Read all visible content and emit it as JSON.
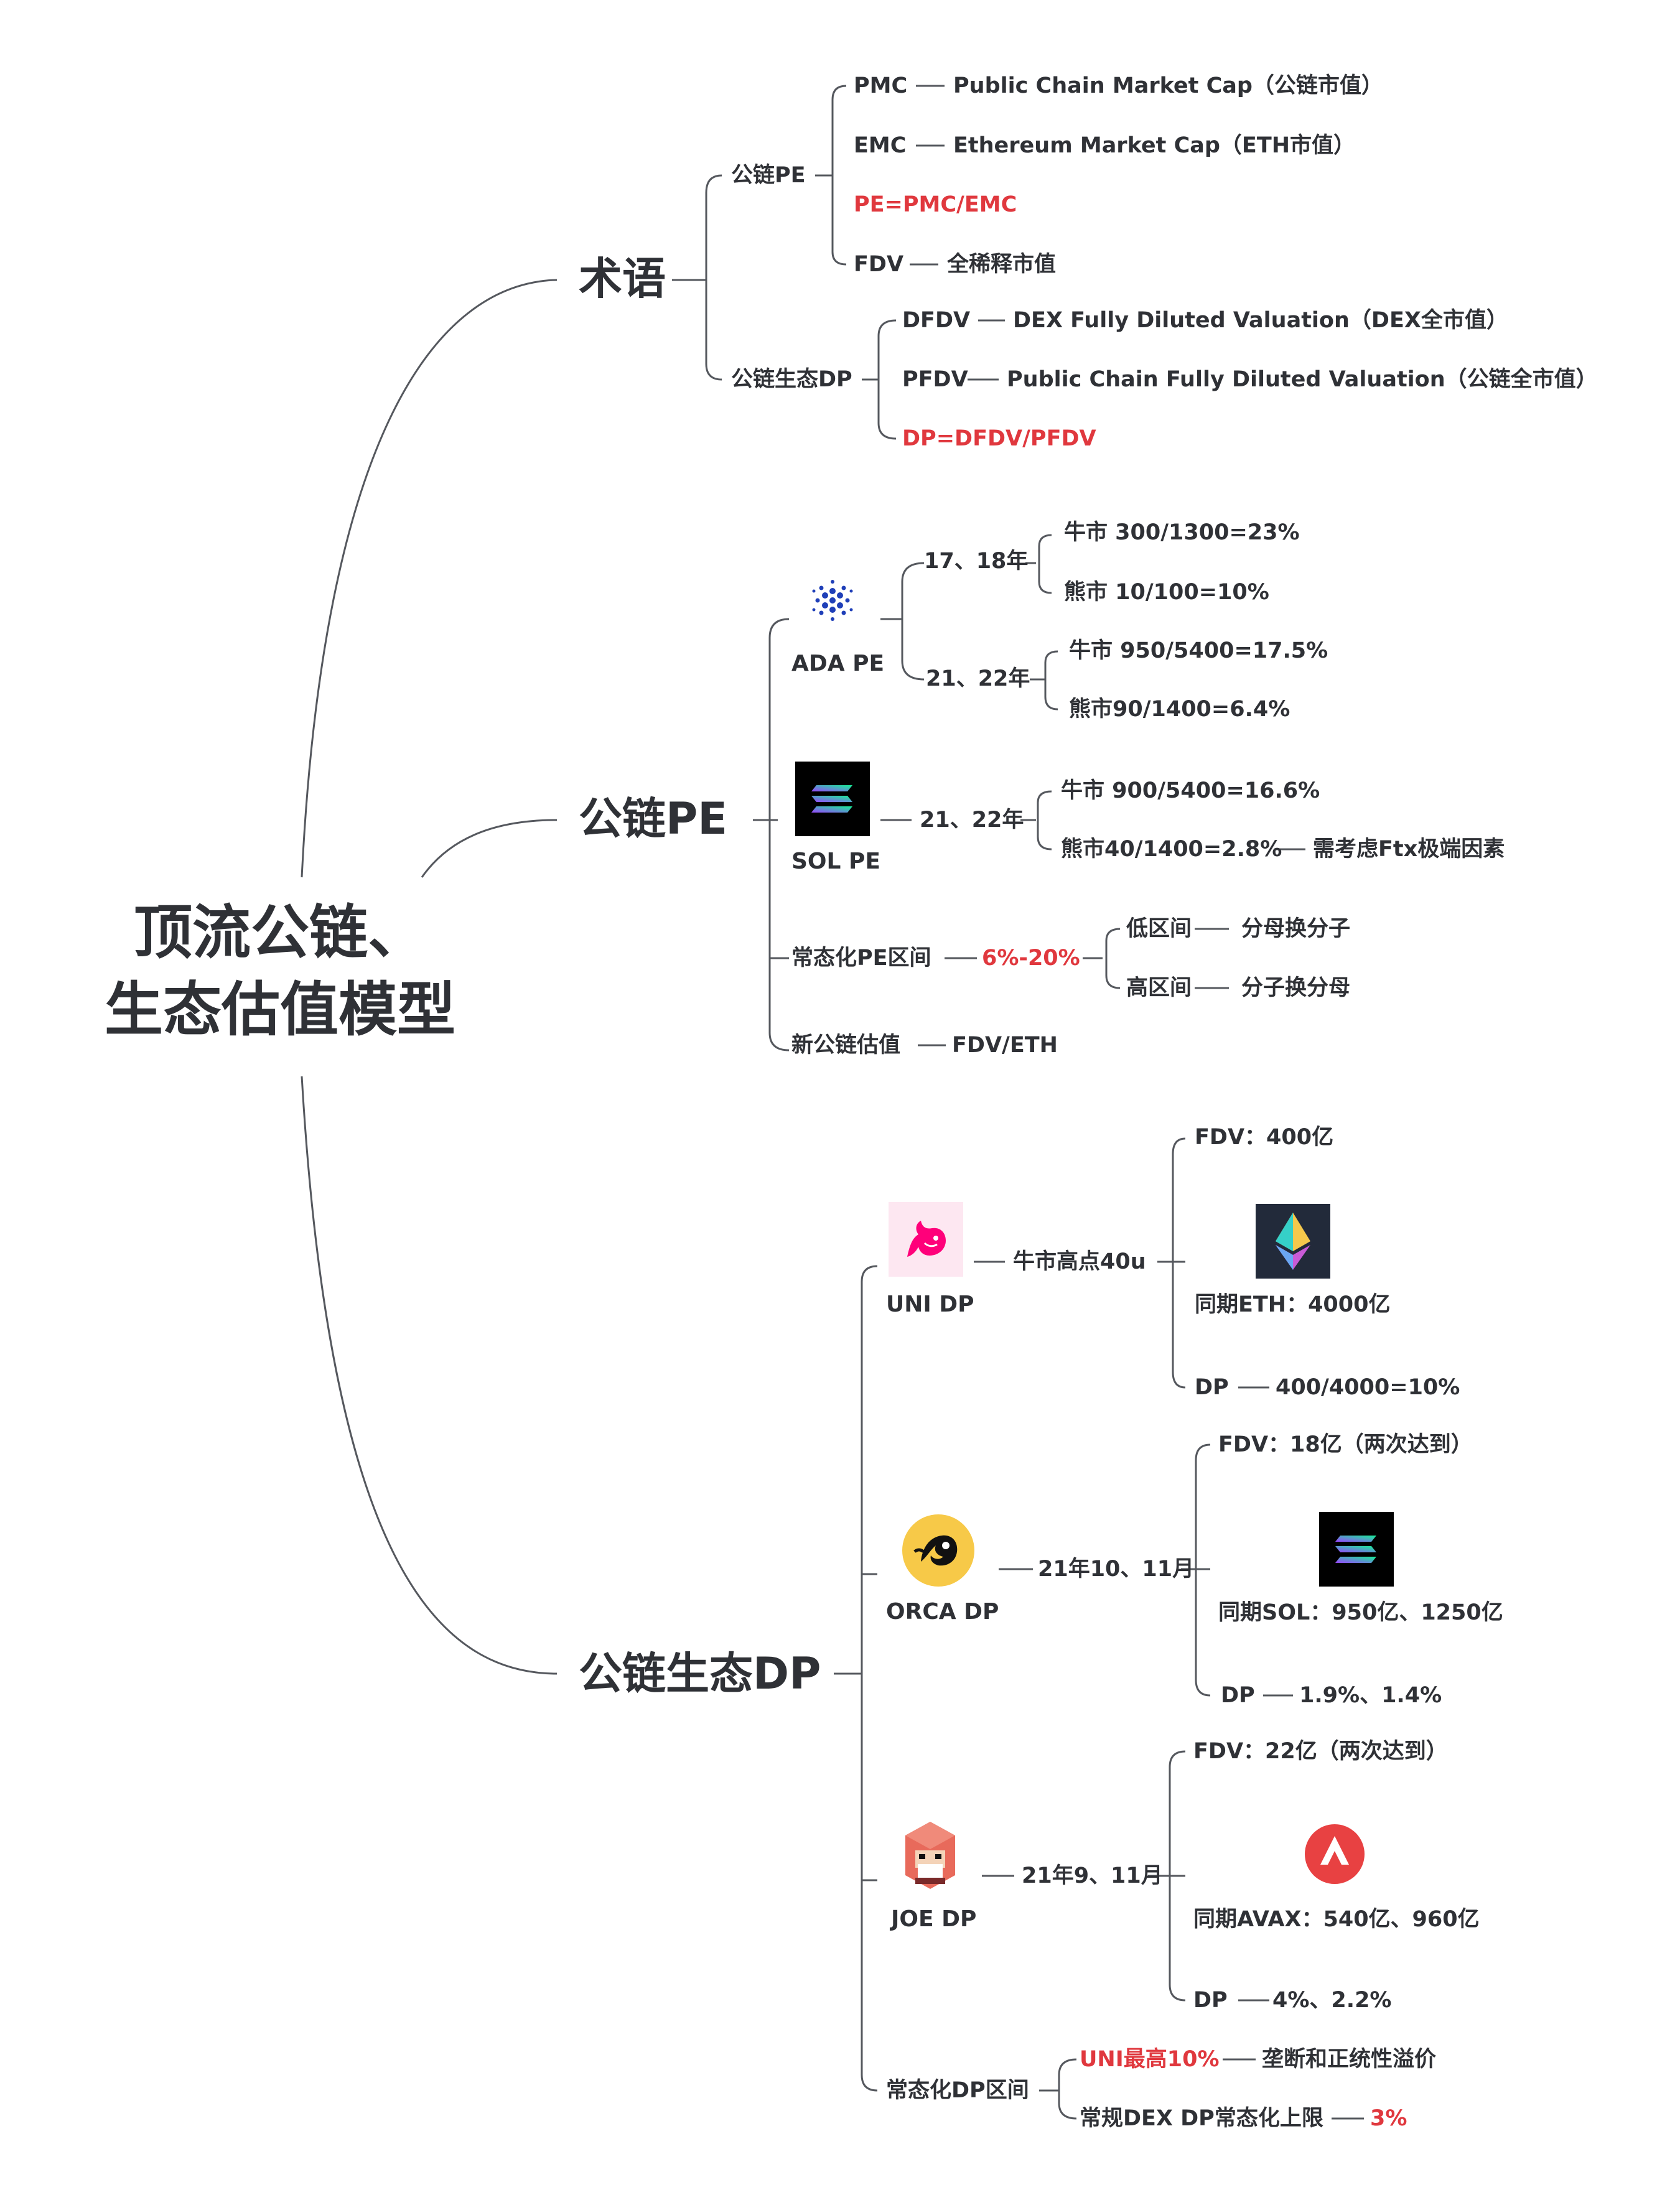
{
  "root": {
    "line1": "顶流公链、",
    "line2": "生态估值模型"
  },
  "section1": {
    "title": "术语",
    "pe_group": "公链PE",
    "pmc_key": "PMC",
    "pmc_desc": "Public Chain Market Cap（公链市值）",
    "emc_key": "EMC",
    "emc_desc": "Ethereum Market Cap（ETH市值）",
    "pe_formula": "PE=PMC/EMC",
    "fdv_key": "FDV",
    "fdv_desc": "全稀释市值",
    "dp_group": "公链生态DP",
    "dfdv_key": "DFDV",
    "dfdv_desc": "DEX Fully Diluted Valuation（DEX全市值）",
    "pfdv_key": "PFDV",
    "pfdv_desc": "Public Chain Fully Diluted Valuation（公链全市值）",
    "dp_formula": "DP=DFDV/PFDV"
  },
  "section2": {
    "title": "公链PE",
    "ada_label": "ADA PE",
    "ada_p1": "17、18年",
    "ada_p1_bull": "牛市 300/1300=23%",
    "ada_p1_bear": "熊市 10/100=10%",
    "ada_p2": "21、22年",
    "ada_p2_bull": "牛市 950/5400=17.5%",
    "ada_p2_bear": "熊市90/1400=6.4%",
    "sol_label": "SOL PE",
    "sol_p": "21、22年",
    "sol_bull": "牛市 900/5400=16.6%",
    "sol_bear": "熊市40/1400=2.8%",
    "sol_note": "需考虑Ftx极端因素",
    "normal_label": "常态化PE区间",
    "normal_range": "6%-20%",
    "low": "低区间",
    "low_desc": "分母换分子",
    "high": "高区间",
    "high_desc": "分子换分母",
    "new_label": "新公链估值",
    "new_desc": "FDV/ETH"
  },
  "section3": {
    "title": "公链生态DP",
    "uni_label": "UNI DP",
    "uni_time": "牛市高点40u",
    "uni_fdv": "FDV：400亿",
    "uni_eth": "同期ETH：4000亿",
    "uni_dp_key": "DP",
    "uni_dp_val": "400/4000=10%",
    "orca_label": "ORCA DP",
    "orca_time": "21年10、11月",
    "orca_fdv": "FDV：18亿（两次达到）",
    "orca_sol": "同期SOL：950亿、1250亿",
    "orca_dp_key": "DP",
    "orca_dp_val": "1.9%、1.4%",
    "joe_label": "JOE DP",
    "joe_time": "21年9、11月",
    "joe_fdv": "FDV：22亿（两次达到）",
    "joe_avax": "同期AVAX：540亿、960亿",
    "joe_dp_key": "DP",
    "joe_dp_val": "4%、2.2%",
    "normal_label": "常态化DP区间",
    "uni_max": "UNI最高10%",
    "uni_max_desc": "垄断和正统性溢价",
    "dex_cap": "常规DEX DP常态化上限",
    "dex_cap_val": "3%"
  },
  "colors": {
    "text": "#2f3136",
    "accent": "#e0383e",
    "line": "#55585e"
  },
  "icons": [
    "cardano-icon",
    "solana-icon",
    "uniswap-icon",
    "ethereum-icon",
    "orca-icon",
    "joe-icon",
    "avalanche-icon"
  ]
}
